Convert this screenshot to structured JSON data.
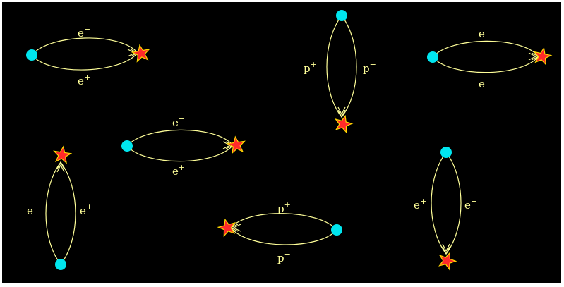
{
  "colors": {
    "background": "#000000",
    "frame": "#ffffff",
    "line": "#ffff99",
    "dot": "#00e5ee",
    "star_fill": "#ff2a2a",
    "star_stroke": "#ffd700",
    "label": "#ffff99"
  },
  "loops": [
    {
      "id": "loop-1",
      "top_label": "e",
      "top_sign": "−",
      "bottom_label": "e",
      "bottom_sign": "+"
    },
    {
      "id": "loop-2",
      "left_label": "p",
      "left_sign": "+",
      "right_label": "p",
      "right_sign": "−"
    },
    {
      "id": "loop-3",
      "top_label": "e",
      "top_sign": "−",
      "bottom_label": "e",
      "bottom_sign": "+"
    },
    {
      "id": "loop-4",
      "top_label": "e",
      "top_sign": "−",
      "bottom_label": "e",
      "bottom_sign": "+"
    },
    {
      "id": "loop-5",
      "left_label": "e",
      "left_sign": "−",
      "right_label": "e",
      "right_sign": "+"
    },
    {
      "id": "loop-6",
      "top_label": "p",
      "top_sign": "+",
      "bottom_label": "p",
      "bottom_sign": "−"
    },
    {
      "id": "loop-7",
      "left_label": "e",
      "left_sign": "+",
      "right_label": "e",
      "right_sign": "−"
    }
  ]
}
